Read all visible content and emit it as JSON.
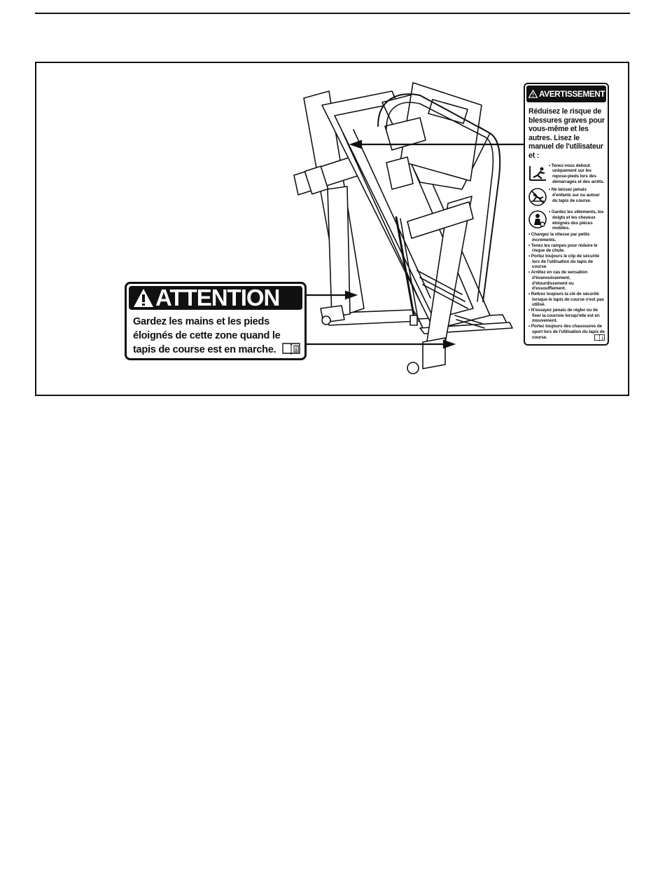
{
  "attention_label": {
    "title": "ATTENTION",
    "body": "Gardez les mains et les pieds éloignés de cette zone quand le tapis de course est en marche.",
    "icon": "manual-book-icon"
  },
  "avertissement_label": {
    "title": "AVERTISSEMENT",
    "intro": "Réduisez le risque de blessures graves pour vous-même et les autres. Lisez le manuel de l'utilisateur et :",
    "icon_items": [
      {
        "icon": "stand-on-foot-rails-icon",
        "text": "• Tenez-vous debout uniquement sur les repose-pieds lors des démarrages et des arrêts."
      },
      {
        "icon": "no-children-icon",
        "text": "• Ne laissez jamais d'enfants sur ou autour du tapis de course."
      },
      {
        "icon": "moving-parts-hazard-icon",
        "text": "• Gardez les vêtements, les doigts et les cheveux éloignés des pièces mobiles."
      }
    ],
    "bullets": [
      "• Changez la vitesse par petits incréments.",
      "• Tenez les rampes pour réduire le risque de chute.",
      "• Portez toujours le clip de sécurité lors de l'utilisation du tapis de course.",
      "• Arrêtez en cas de sensation d'évanouissement, d'étourdissement ou d'essoufflement.",
      "• Retirez toujours la clé de sécurité lorsque le tapis de course n'est pas utilisé.",
      "• N'essayez jamais de régler ou de fixer la courroie lorsqu'elle est en mouvement.",
      "• Portez toujours des chaussures de sport lors de l'utilisation du tapis de course."
    ],
    "icon": "manual-book-icon"
  },
  "colors": {
    "ink": "#111111",
    "paper": "#ffffff"
  }
}
